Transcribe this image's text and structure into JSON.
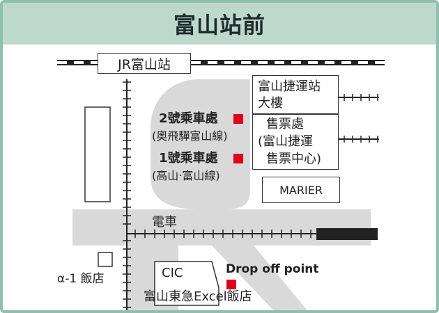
{
  "title": "富山站前",
  "station": "JR富山站",
  "labels": {
    "pickup2_line1": "2號乘車處",
    "pickup2_line2": "(奧飛驒富山線)",
    "pickup1_line1": "1號乘車處",
    "pickup1_line2": "(高山‧富山線)",
    "tram_station_line1": "富山捷運站",
    "tram_station_line2": "大樓",
    "ticket_line1": "售票處",
    "ticket_line2": "(富山捷運",
    "ticket_line3": "售票中心)",
    "marier": "MARIER",
    "tram": "電車",
    "alpha_hotel": "α-1 飯店",
    "cic": "CIC",
    "excel_hotel": "富山東急Excel飯店",
    "drop_off": "Drop off point"
  },
  "colors": {
    "header_bg": "#bdd8cd",
    "border": "#8fbfae",
    "road": "#d9d9d9",
    "marker": "#e0001a",
    "track": "#222222"
  }
}
